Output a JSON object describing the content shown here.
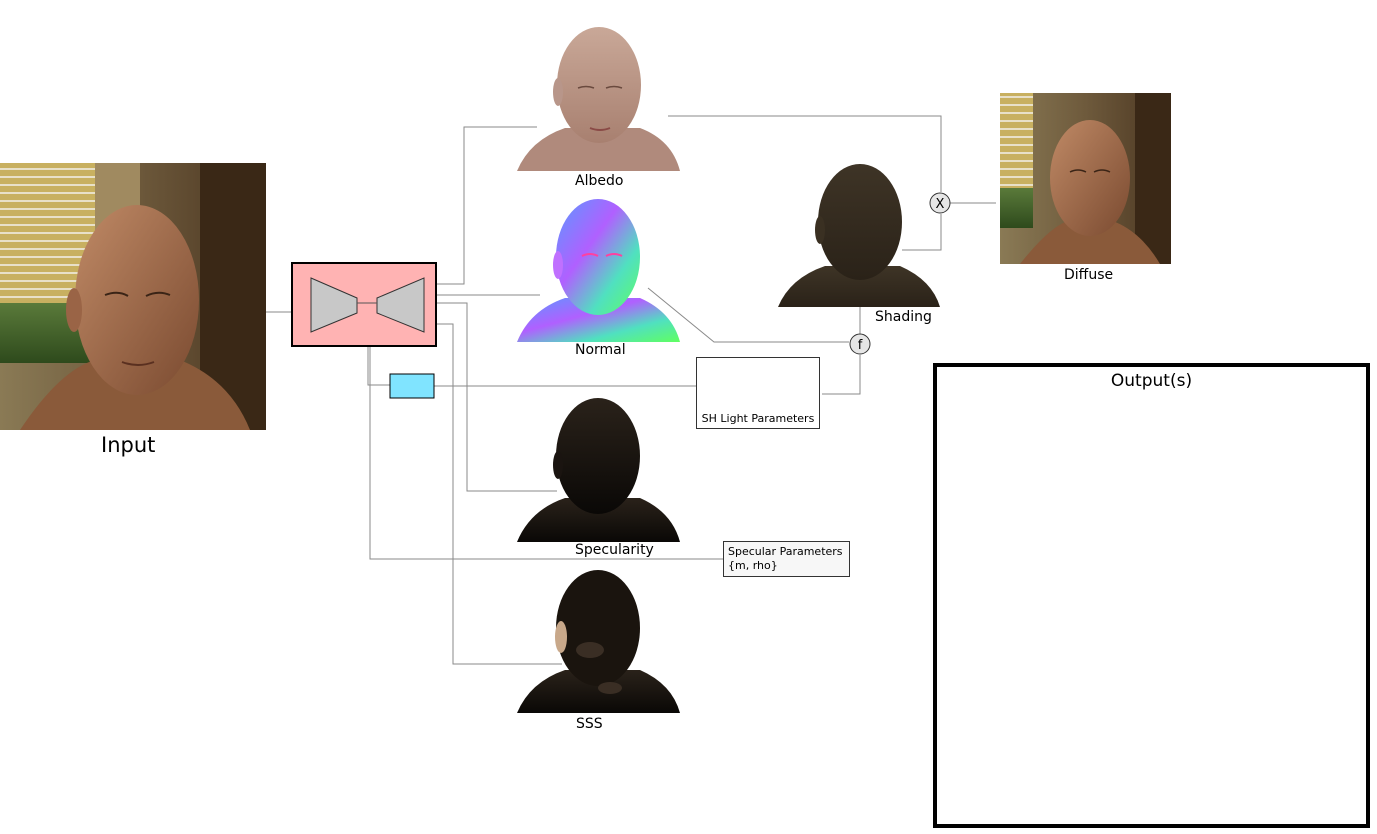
{
  "labels": {
    "input": "Input",
    "albedo": "Albedo",
    "normal": "Normal",
    "specularity": "Specularity",
    "sss": "SSS",
    "shading": "Shading",
    "diffuse": "Diffuse",
    "outputs": "Output(s)"
  },
  "operators": {
    "multiply": "X",
    "function": "f"
  },
  "boxes": {
    "sh_light": "SH Light Parameters",
    "specular_params_line1": "Specular Parameters",
    "specular_params_line2": "{m, rho}"
  },
  "colors": {
    "encoder_decoder_bg": "#ffb3b3",
    "light_vector": "#80e4ff",
    "connector": "#8a8a8a",
    "room_wall": "#6e4e2c",
    "skin": "#a86e4c"
  }
}
